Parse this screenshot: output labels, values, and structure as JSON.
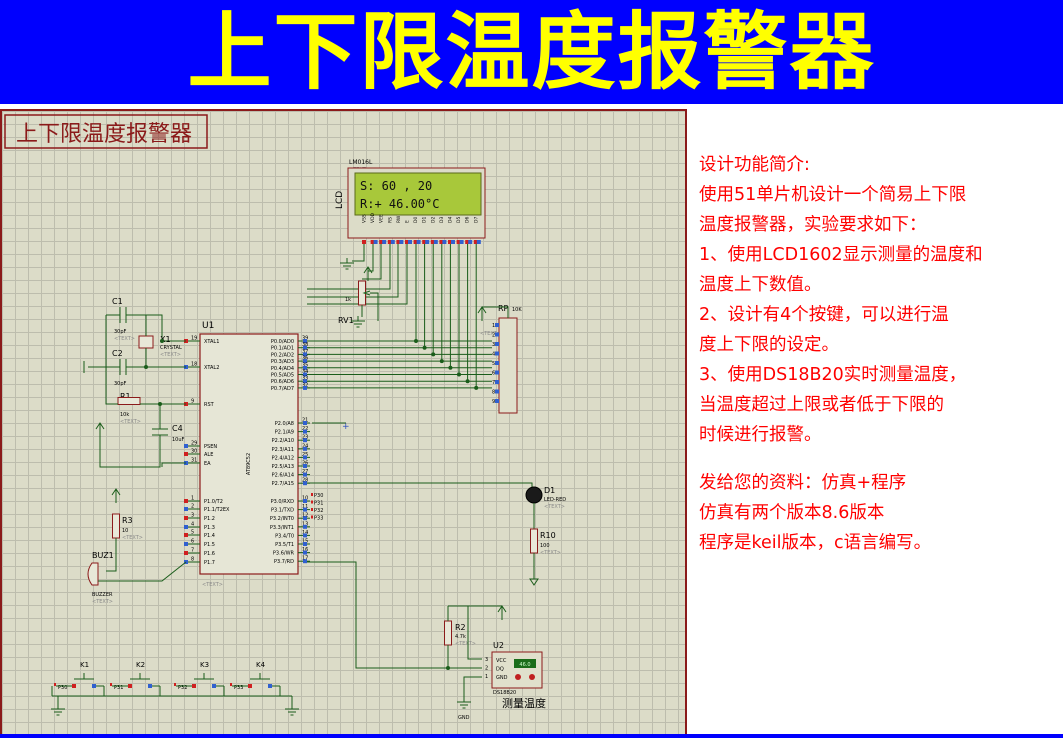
{
  "banner": {
    "title": "上下限温度报警器"
  },
  "schematic": {
    "inner_title": "上下限温度报警器",
    "lcd": {
      "part": "LM016L",
      "label": "LCD",
      "line1": "S:  60  , 20",
      "line2": "R:+ 46.00°C",
      "pins": [
        "VSS",
        "VDD",
        "VEE",
        "RS",
        "RW",
        "E",
        "D0",
        "D1",
        "D2",
        "D3",
        "D4",
        "D5",
        "D6",
        "D7"
      ]
    },
    "mcu": {
      "ref": "U1",
      "part": "AT89C52",
      "left_pins": [
        {
          "num": "19",
          "name": "XTAL1"
        },
        {
          "num": "18",
          "name": "XTAL2"
        },
        {
          "num": "9",
          "name": "RST"
        },
        {
          "num": "29",
          "name": "PSEN"
        },
        {
          "num": "30",
          "name": "ALE"
        },
        {
          "num": "31",
          "name": "EA"
        },
        {
          "num": "1",
          "name": "P1.0/T2"
        },
        {
          "num": "2",
          "name": "P1.1/T2EX"
        },
        {
          "num": "3",
          "name": "P1.2"
        },
        {
          "num": "4",
          "name": "P1.3"
        },
        {
          "num": "5",
          "name": "P1.4"
        },
        {
          "num": "6",
          "name": "P1.5"
        },
        {
          "num": "7",
          "name": "P1.6"
        },
        {
          "num": "8",
          "name": "P1.7"
        }
      ],
      "right_pins": [
        {
          "num": "39",
          "name": "P0.0/AD0"
        },
        {
          "num": "38",
          "name": "P0.1/AD1"
        },
        {
          "num": "37",
          "name": "P0.2/AD2"
        },
        {
          "num": "36",
          "name": "P0.3/AD3"
        },
        {
          "num": "35",
          "name": "P0.4/AD4"
        },
        {
          "num": "34",
          "name": "P0.5/AD5"
        },
        {
          "num": "33",
          "name": "P0.6/AD6"
        },
        {
          "num": "32",
          "name": "P0.7/AD7"
        },
        {
          "num": "21",
          "name": "P2.0/A8"
        },
        {
          "num": "22",
          "name": "P2.1/A9"
        },
        {
          "num": "23",
          "name": "P2.2/A10"
        },
        {
          "num": "24",
          "name": "P2.3/A11"
        },
        {
          "num": "25",
          "name": "P2.4/A12"
        },
        {
          "num": "26",
          "name": "P2.5/A13"
        },
        {
          "num": "27",
          "name": "P2.6/A14"
        },
        {
          "num": "28",
          "name": "P2.7/A15"
        },
        {
          "num": "10",
          "name": "P3.0/RXD"
        },
        {
          "num": "11",
          "name": "P3.1/TXD"
        },
        {
          "num": "12",
          "name": "P3.2/INT0"
        },
        {
          "num": "13",
          "name": "P3.3/INT1"
        },
        {
          "num": "14",
          "name": "P3.4/T0"
        },
        {
          "num": "15",
          "name": "P3.5/T1"
        },
        {
          "num": "16",
          "name": "P3.6/WR"
        },
        {
          "num": "17",
          "name": "P3.7/RD"
        }
      ],
      "p3_labels": [
        "P30",
        "P31",
        "P32",
        "P33"
      ]
    },
    "labels": {
      "c1": "C1",
      "c1_val": "30pF",
      "c2": "C2",
      "c2_val": "30pF",
      "x1": "X1",
      "x1_val": "CRYSTAL",
      "r1": "R1",
      "r1_val": "10k",
      "c4": "C4",
      "c4_val": "10uF",
      "rv1": "RV1",
      "rv1_val": "1k",
      "rp": "RP",
      "rp_val": "10K",
      "d1": "D1",
      "d1_val": "LED-RED",
      "r10": "R10",
      "r10_val": "100",
      "r3": "R3",
      "r3_val": "10",
      "buz": "BUZ1",
      "buz_val": "BUZZER",
      "r2": "R2",
      "r2_val": "4.7k",
      "u2": "U2",
      "u2_val": "DS18B20",
      "u2_readout": "46.0",
      "u2_pins": [
        "VCC",
        "DQ",
        "GND"
      ],
      "u2_pin_nums": [
        "3",
        "2",
        "1"
      ],
      "measure": "测量温度",
      "gnd": "GND",
      "text_placeholder": "<TEXT>"
    },
    "keys": [
      {
        "label": "K1",
        "net": "P30"
      },
      {
        "label": "K2",
        "net": "P31"
      },
      {
        "label": "K3",
        "net": "P32"
      },
      {
        "label": "K4",
        "net": "P33"
      }
    ]
  },
  "description": {
    "lines_a": [
      "设计功能简介:",
      "使用51单片机设计一个简易上下限",
      "温度报警器，实验要求如下：",
      "1、使用LCD1602显示测量的温度和",
      "温度上下数值。",
      "2、设计有4个按键，可以进行温",
      "度上下限的设定。",
      "3、使用DS18B20实时测量温度，",
      "当温度超过上限或者低于下限的",
      "时候进行报警。"
    ],
    "lines_b": [
      "发给您的资料：仿真+程序",
      "仿真有两个版本8.6版本",
      "程序是keil版本，c语言编写。"
    ]
  },
  "colors": {
    "banner_bg": "#0000fe",
    "banner_text": "#ffff00",
    "description_text": "#ff0000",
    "lcd_bg": "#a8c83a"
  }
}
